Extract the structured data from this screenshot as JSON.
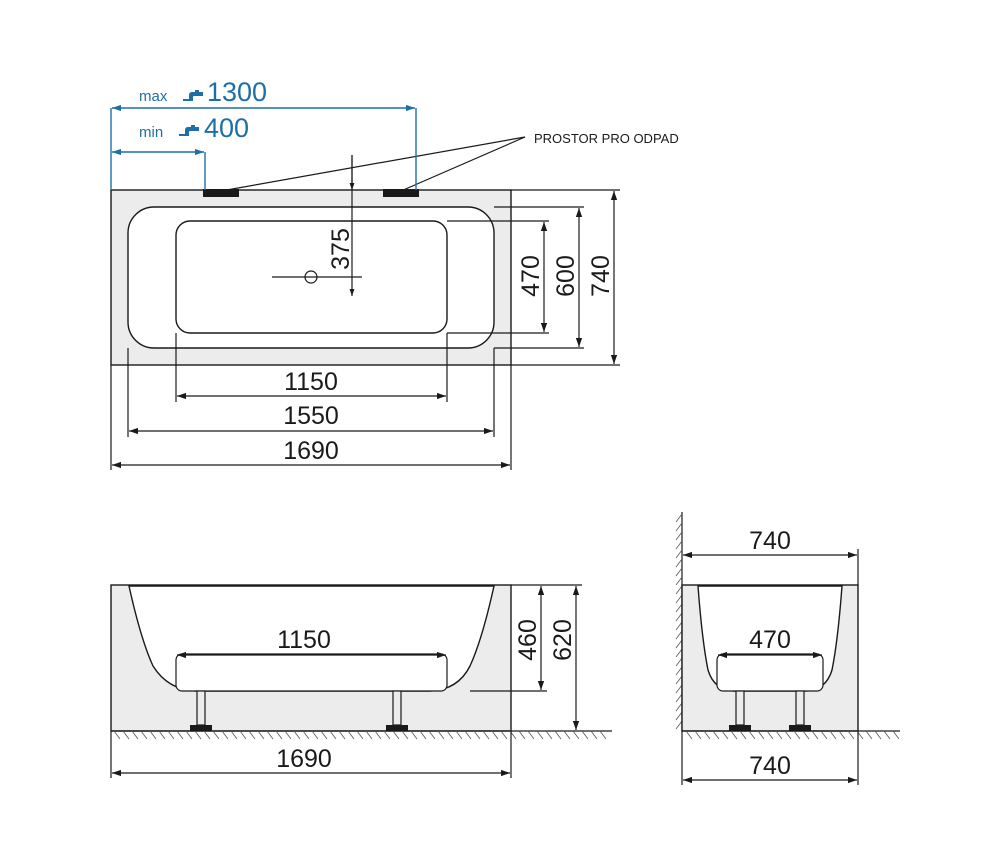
{
  "colors": {
    "line": "#1a1a1a",
    "accent": "#1f6fa7",
    "tub_fill": "#ececec"
  },
  "top_view": {
    "faucet": {
      "max_label": "max",
      "max_value": "1300",
      "min_label": "min",
      "min_value": "400",
      "icon": "faucet-icon"
    },
    "drain_callout": "PROSTOR PRO ODPAD",
    "dim_375": "375",
    "dim_470": "470",
    "dim_600": "600",
    "dim_740": "740",
    "dim_1150": "1150",
    "dim_1550": "1550",
    "dim_1690": "1690"
  },
  "side_view": {
    "dim_1150": "1150",
    "dim_1690": "1690",
    "dim_460": "460",
    "dim_620": "620"
  },
  "end_view": {
    "dim_top_740": "740",
    "dim_470": "470",
    "dim_bottom_740": "740"
  }
}
